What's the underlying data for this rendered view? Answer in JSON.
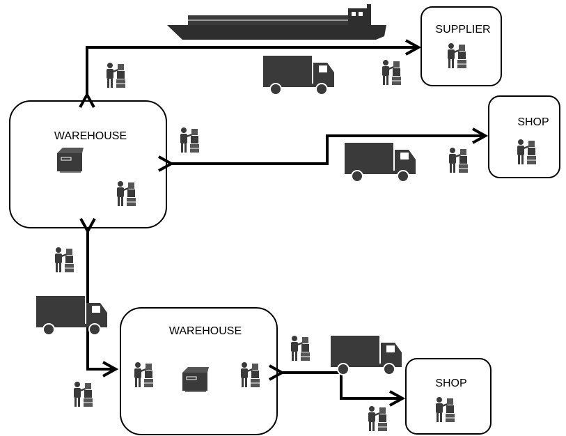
{
  "nodes": {
    "supplier": {
      "label": "SUPPLIER"
    },
    "warehouse_top": {
      "label": "WAREHOUSE"
    },
    "shop_top": {
      "label": "SHOP"
    },
    "warehouse_bottom": {
      "label": "WAREHOUSE"
    },
    "shop_bottom": {
      "label": "SHOP"
    }
  },
  "colors": {
    "line": "#000000",
    "icon_dark": "#3a3a3a",
    "icon_mid": "#555555",
    "box_stroke": "#000000"
  },
  "icons": [
    "cargo-ship-icon",
    "delivery-truck-icon",
    "worker-with-boxes-icon",
    "shipping-box-icon"
  ]
}
